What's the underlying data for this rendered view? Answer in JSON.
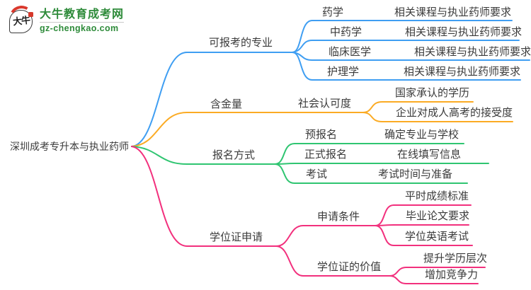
{
  "logo": {
    "brand": "大牛教育成考网",
    "domain": "gz-chengkao.com",
    "mark_text": "大牛"
  },
  "colors": {
    "blue": "#3f9ef2",
    "orange": "#fbab24",
    "green": "#2fc571",
    "pink": "#f2307d"
  },
  "root": {
    "label": "深圳成考专升本与执业药师"
  },
  "branches": [
    {
      "label": "可报考的专业",
      "color": "#3f9ef2",
      "children": [
        {
          "label": "药学",
          "leaf": "相关课程与执业药师要求"
        },
        {
          "label": "中药学",
          "leaf": "相关课程与执业药师要求"
        },
        {
          "label": "临床医学",
          "leaf": "相关课程与执业药师要求"
        },
        {
          "label": "护理学",
          "leaf": "相关课程与执业药师要求"
        }
      ]
    },
    {
      "label": "含金量",
      "color": "#fbab24",
      "children": [
        {
          "label": "社会认可度",
          "children": [
            "国家承认的学历",
            "企业对成人高考的接受度"
          ]
        }
      ]
    },
    {
      "label": "报名方式",
      "color": "#2fc571",
      "children": [
        {
          "label": "预报名",
          "leaf": "确定专业与学校"
        },
        {
          "label": "正式报名",
          "leaf": "在线填写信息"
        },
        {
          "label": "考试",
          "leaf": "考试时间与准备"
        }
      ]
    },
    {
      "label": "学位证申请",
      "color": "#f2307d",
      "children": [
        {
          "label": "申请条件",
          "children": [
            "平时成绩标准",
            "毕业论文要求",
            "学位英语考试"
          ]
        },
        {
          "label": "学位证的价值",
          "children": [
            "提升学历层次",
            "增加竞争力"
          ]
        }
      ]
    }
  ]
}
